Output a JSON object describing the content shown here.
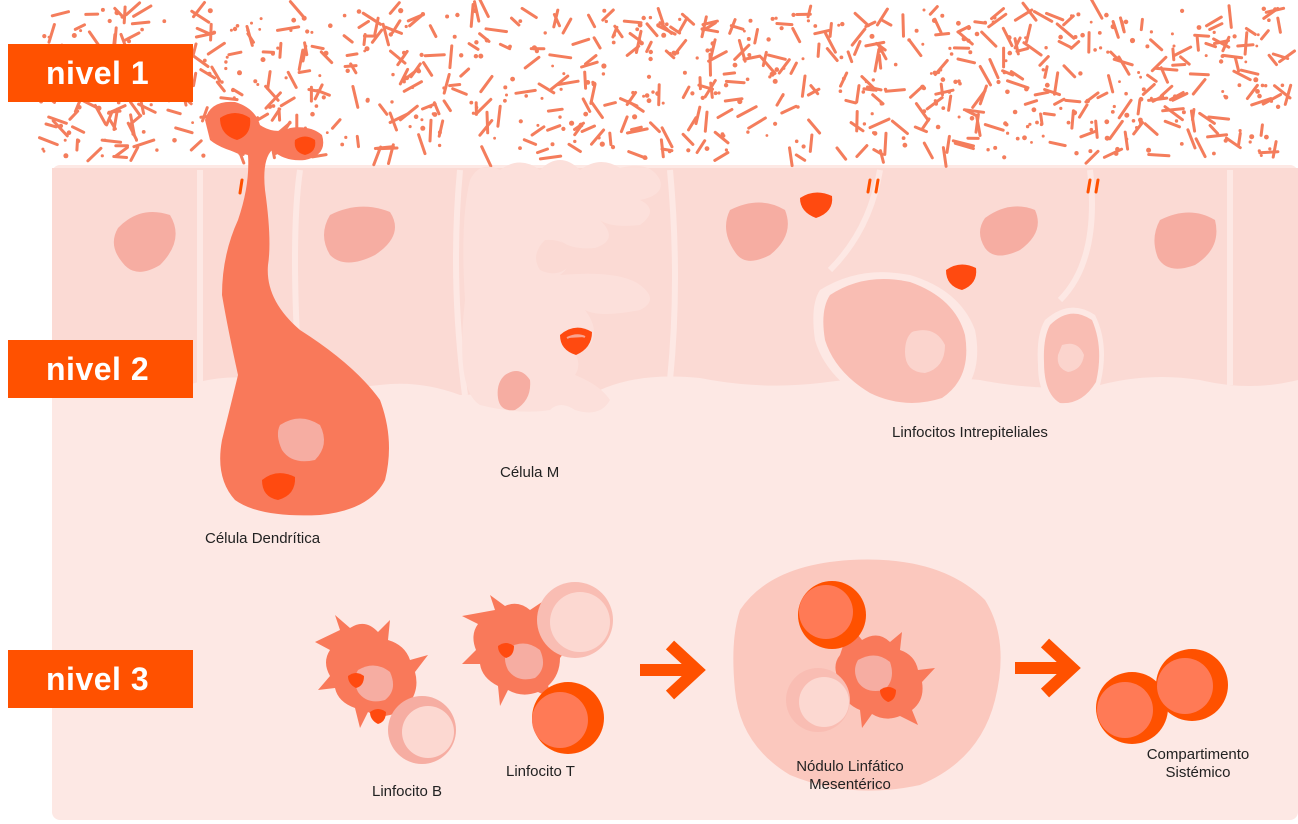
{
  "colors": {
    "accent": "#FF5100",
    "bacteria": "#F47D5C",
    "tissue": "#FDE8E4",
    "epithelium": "#FBDAD4",
    "nucleus": "#F6ADA2",
    "dendritic": "#F9795A",
    "dark_dot": "#FF4A10",
    "b_cell": "#F9BDB3",
    "t_cell": "#FF6A2C",
    "node": "#FBC8BE"
  },
  "levels": [
    {
      "label": "nivel 1"
    },
    {
      "label": "nivel 2"
    },
    {
      "label": "nivel 3"
    }
  ],
  "labels": {
    "dendritic_cell": "Célula Dendrítica",
    "m_cell": "Célula M",
    "iel": "Linfocitos Intrepiteliales",
    "b_lymphocyte": "Linfocito B",
    "t_lymphocyte": "Linfocito T",
    "lymph_node_line1": "Nódulo Linfático",
    "lymph_node_line2": "Mesentérico",
    "systemic_line1": "Compartimento",
    "systemic_line2": "Sistémico"
  },
  "icons": [
    "arrow-right-icon",
    "arrow-right-icon"
  ]
}
